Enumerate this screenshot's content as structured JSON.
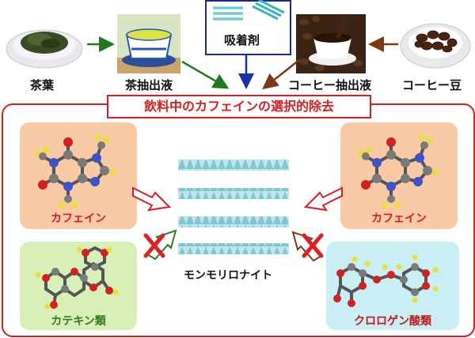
{
  "top": {
    "tea_leaves": "茶葉",
    "tea_extract": "茶抽出液",
    "adsorbent": "吸着剤",
    "coffee_extract": "コーヒー抽出液",
    "coffee_beans": "コーヒー豆"
  },
  "title": "飲料中のカフェインの選択的除去",
  "panels": {
    "caffeine_left": "カフェイン",
    "caffeine_right": "カフェイン",
    "catechins": "カテキン類",
    "chlorogenic": "クロロゲン酸類"
  },
  "center_label": "モンモリロナイト",
  "colors": {
    "frame_red": "#d62020",
    "caffeine_panel": "#f8cba6",
    "catechin_panel": "#d8f0b8",
    "chlorogenic_panel": "#c9eef4",
    "caffeine_text": "#d62020",
    "catechin_text": "#2e7d1c",
    "chlorogenic_text": "#c01818",
    "adsorbent_border": "#1c2a8c",
    "arrow_green": "#1f7a1f",
    "arrow_blue": "#1a2ea8",
    "arrow_brown": "#7a3b12",
    "layer_fill": "#9fd6dc"
  }
}
